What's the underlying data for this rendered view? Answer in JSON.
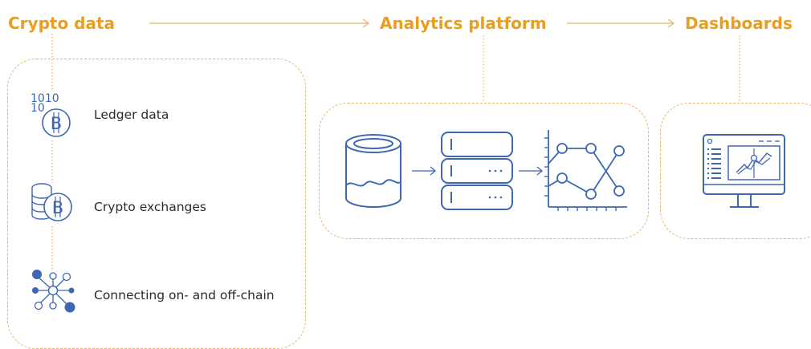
{
  "headings": {
    "crypto_data": "Crypto data",
    "analytics_platform": "Analytics platform",
    "dashboards": "Dashboards"
  },
  "sources": [
    {
      "label": "Ledger data",
      "icon": "bitcoin-ledger-icon"
    },
    {
      "label": "Crypto exchanges",
      "icon": "bitcoin-coins-icon"
    },
    {
      "label": "Connecting on- and off-chain",
      "icon": "network-nodes-icon"
    }
  ],
  "ledger_digits": [
    "1010",
    "10"
  ],
  "platform_icons": [
    "database-cylinder-icon",
    "server-stack-icon",
    "line-chart-icon"
  ],
  "dashboard_icon": "monitor-dashboard-icon",
  "colors": {
    "accent": "#eb9d1d",
    "icon_blue": "#3f67b1",
    "connector": "#e9b56a",
    "text": "#2b2b2b"
  }
}
